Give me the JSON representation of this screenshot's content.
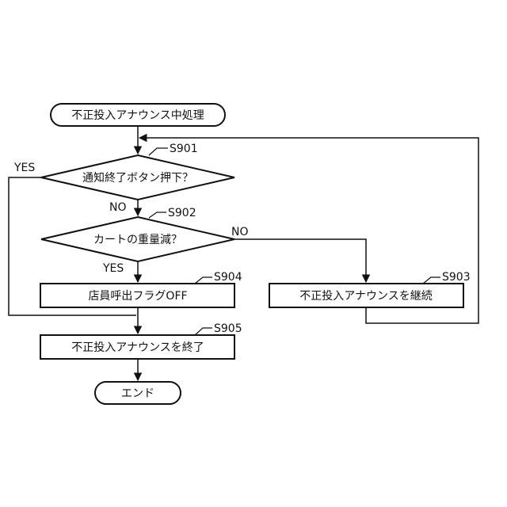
{
  "flowchart": {
    "start": "不正投入アナウンス中処理",
    "decision1": "通知終了ボタン押下？",
    "decision2": "カートの重量減？",
    "process_s904": "店員呼出フラグOFF",
    "process_s903": "不正投入アナウンスを継続",
    "process_s905": "不正投入アナウンスを終了",
    "end": "エンド",
    "step_labels": {
      "s901": "S901",
      "s902": "S902",
      "s903": "S903",
      "s904": "S904",
      "s905": "S905"
    },
    "branch_labels": {
      "d1_yes": "YES",
      "d1_no": "NO",
      "d2_no": "NO",
      "d2_yes": "YES"
    }
  }
}
